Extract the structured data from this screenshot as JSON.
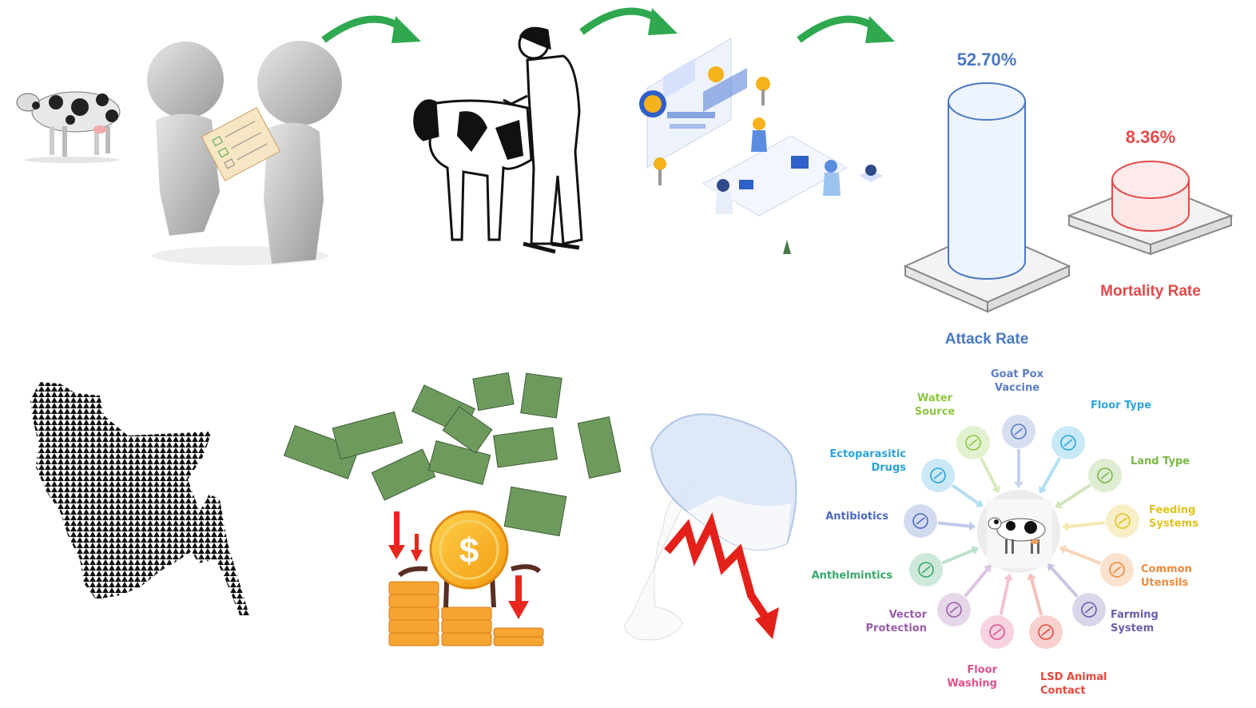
{
  "stats": {
    "attack_rate": {
      "value": "52.70%",
      "label": "Attack Rate",
      "color": "#4a78c2"
    },
    "mortality_rate": {
      "value": "8.36%",
      "label": "Mortality Rate",
      "color": "#e24a4a"
    }
  },
  "flow_arrow_color": "#2fa84f",
  "coin_symbol": "$",
  "risk_factors": {
    "center": "cow",
    "items": [
      {
        "lines": [
          "Water",
          "Source"
        ],
        "color": "#8cc63f",
        "icon": "faucet-icon"
      },
      {
        "lines": [
          "Goat Pox",
          "Vaccine"
        ],
        "color": "#5b7cc4",
        "icon": "vaccine-icon"
      },
      {
        "lines": [
          "Floor Type"
        ],
        "color": "#2aa6de",
        "icon": "vacuum-icon"
      },
      {
        "lines": [
          "Land Type"
        ],
        "color": "#7ab648",
        "icon": "sheep-icon"
      },
      {
        "lines": [
          "Feeding",
          "Systems"
        ],
        "color": "#e2c01e",
        "icon": "grain-icon"
      },
      {
        "lines": [
          "Common",
          "Utensils"
        ],
        "color": "#ef8a3a",
        "icon": "utensils-icon"
      },
      {
        "lines": [
          "Farming",
          "System"
        ],
        "color": "#6b5cab",
        "icon": "farm-crate-icon"
      },
      {
        "lines": [
          "LSD Animal",
          "Contact"
        ],
        "color": "#e3493d",
        "icon": "animal-head-icon"
      },
      {
        "lines": [
          "Floor",
          "Washing"
        ],
        "color": "#e0508c",
        "icon": "floor-washing-icon"
      },
      {
        "lines": [
          "Vector",
          "Protection"
        ],
        "color": "#9a5ca9",
        "icon": "insect-net-icon"
      },
      {
        "lines": [
          "Anthelmintics"
        ],
        "color": "#3aa86c",
        "icon": "pill-leaf-icon"
      },
      {
        "lines": [
          "Antibiotics"
        ],
        "color": "#4a6bc2",
        "icon": "pills-hand-icon"
      },
      {
        "lines": [
          "Ectoparasitic",
          "Drugs"
        ],
        "color": "#2aa2da",
        "icon": "no-spray-icon"
      }
    ]
  }
}
